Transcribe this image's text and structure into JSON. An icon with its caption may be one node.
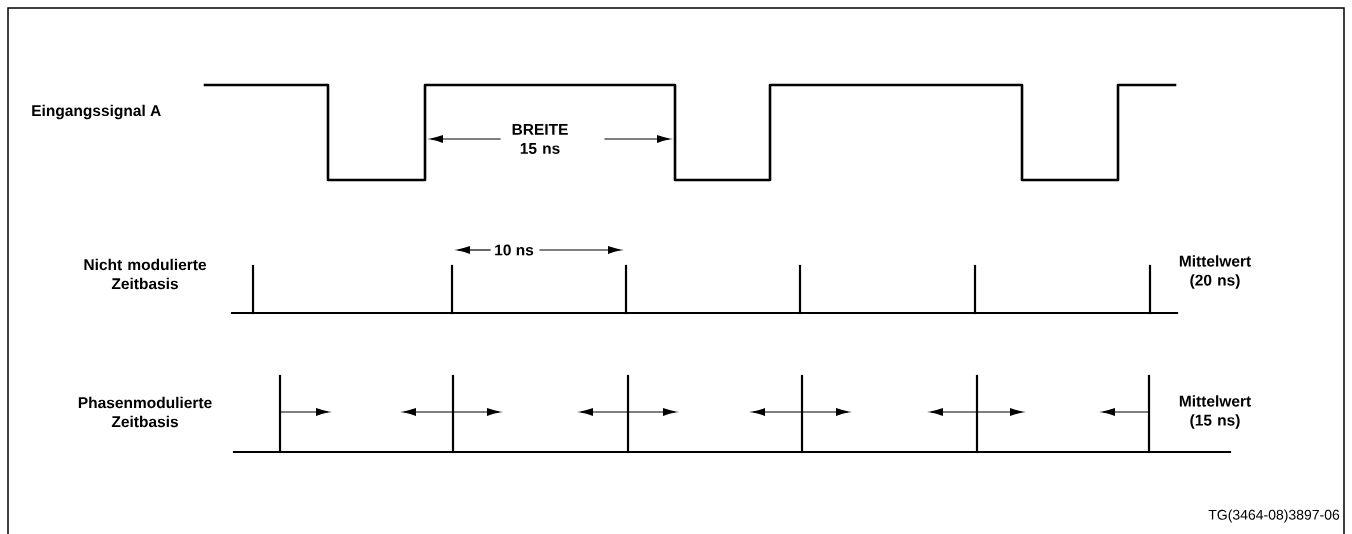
{
  "diagram": {
    "labels": [
      "Eingangssignal A",
      "BREITE 15 ns",
      "Nicht modulierte Zeitbasis",
      "10 ns",
      "Mittelwert (20 ns)",
      "Phasenmodulierte Zeitbasis",
      "Mittelwert (15 ns)",
      "TG(3464-08)3897-06"
    ]
  }
}
